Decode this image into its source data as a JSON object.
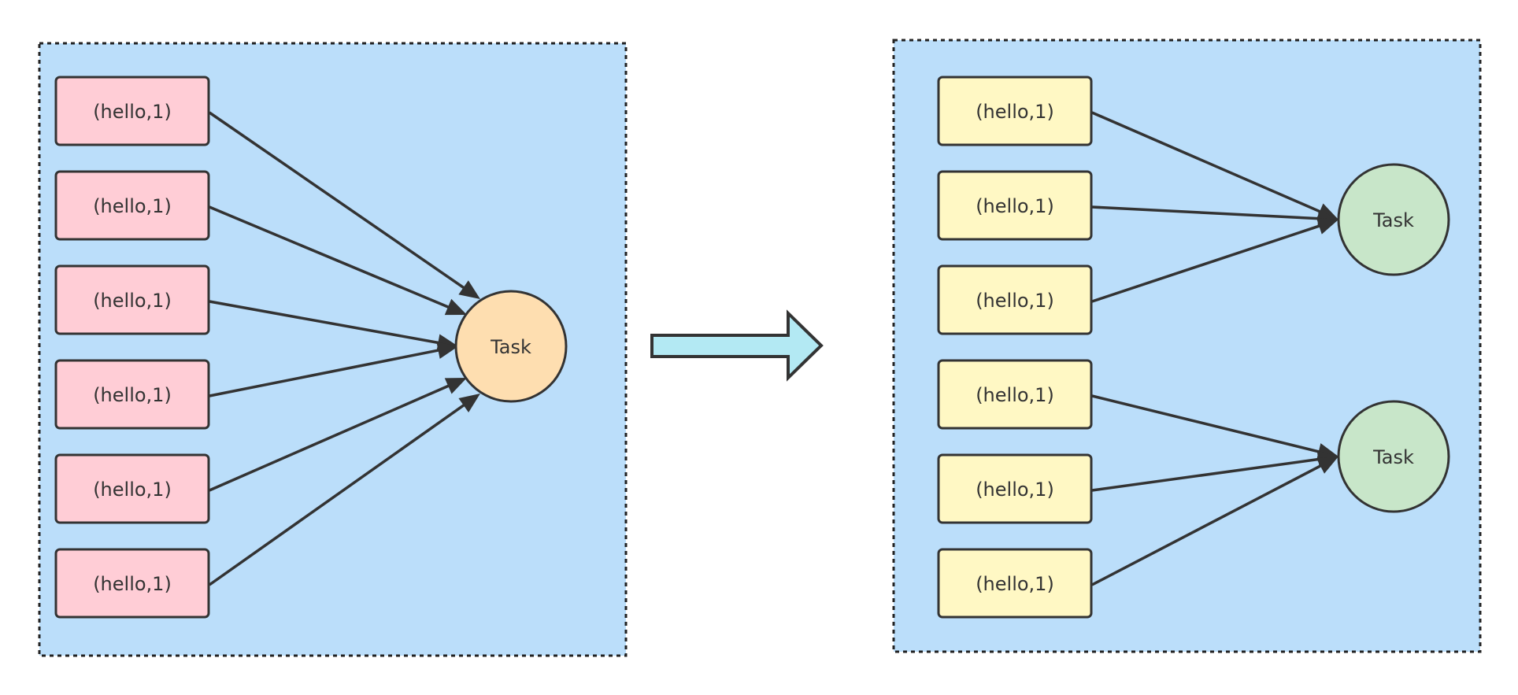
{
  "colors": {
    "panel_fill": "#bbdefa",
    "panel_border": "#222222",
    "left_box_fill": "#ffcdd6",
    "right_box_fill": "#fff8c4",
    "left_task_fill": "#fedeb0",
    "right_task_fill": "#c8e6c9",
    "stroke": "#333333",
    "arrow_fill": "#b3e9f3"
  },
  "left_panel": {
    "items": [
      {
        "label": "(hello,1)"
      },
      {
        "label": "(hello,1)"
      },
      {
        "label": "(hello,1)"
      },
      {
        "label": "(hello,1)"
      },
      {
        "label": "(hello,1)"
      },
      {
        "label": "(hello,1)"
      }
    ],
    "task": {
      "label": "Task"
    }
  },
  "right_panel": {
    "items": [
      {
        "label": "(hello,1)"
      },
      {
        "label": "(hello,1)"
      },
      {
        "label": "(hello,1)"
      },
      {
        "label": "(hello,1)"
      },
      {
        "label": "(hello,1)"
      },
      {
        "label": "(hello,1)"
      }
    ],
    "tasks": [
      {
        "label": "Task"
      },
      {
        "label": "Task"
      }
    ]
  },
  "transition_arrow": {
    "icon": "right-arrow-icon"
  }
}
